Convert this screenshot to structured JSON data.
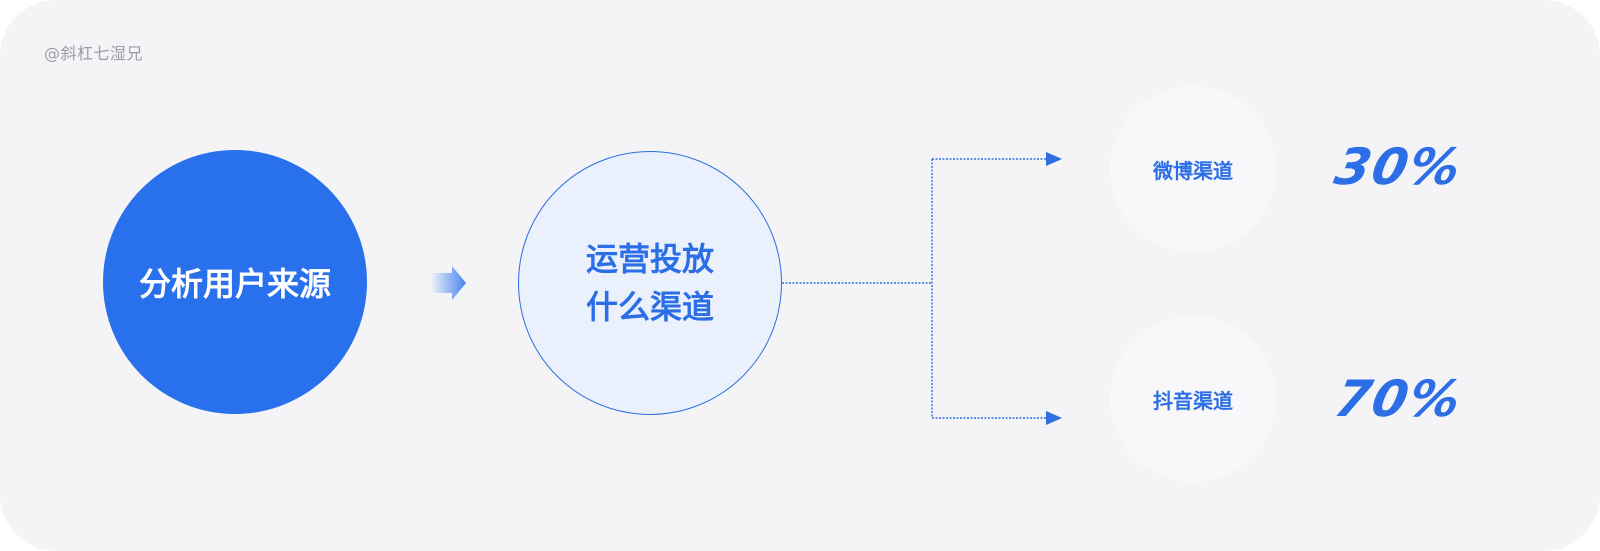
{
  "watermark": "@斜杠七湿兄",
  "main": {
    "label": "分析用户来源"
  },
  "question": {
    "line1": "运营投放",
    "line2": "什么渠道"
  },
  "channels": [
    {
      "label": "微博渠道",
      "percent": "30%"
    },
    {
      "label": "抖音渠道",
      "percent": "70%"
    }
  ],
  "colors": {
    "accent": "#2970ec",
    "background": "#f4f4f7",
    "question_fill": "#eaf1fc"
  },
  "icons": {
    "flow_arrow": "chevron-right-gradient-icon"
  }
}
